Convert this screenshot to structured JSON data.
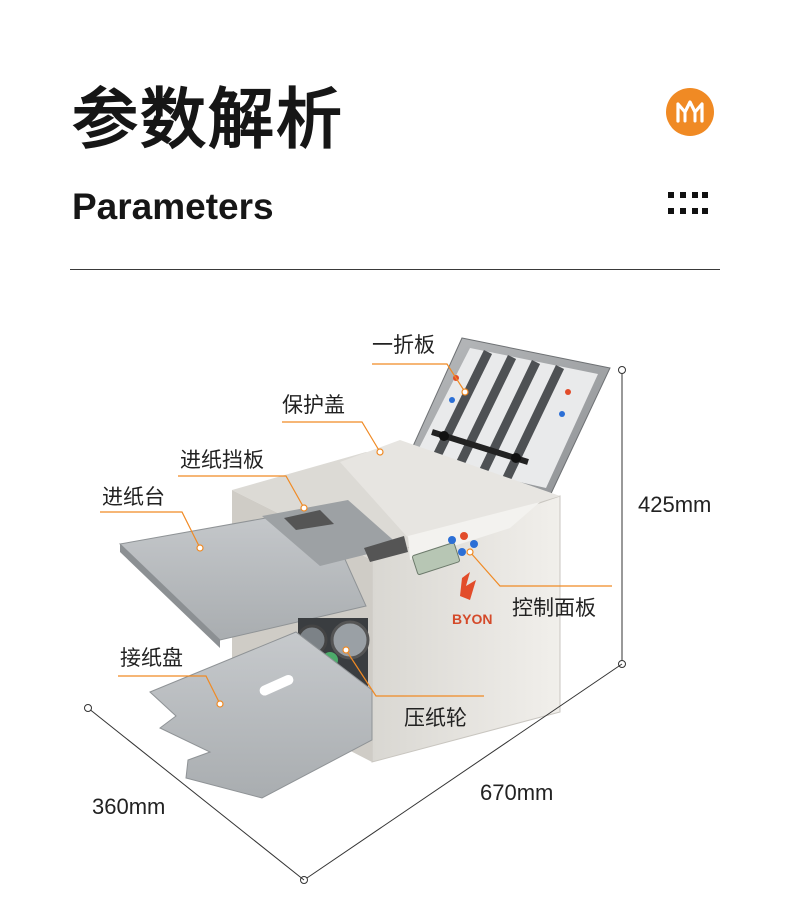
{
  "header": {
    "title_cn": "参数解析",
    "title_en": "Parameters"
  },
  "icons": {
    "badge": "orange-circle-logo-icon",
    "menu": "dot-grid-icon"
  },
  "colors": {
    "accent": "#F08A24",
    "leader_line": "#F08A24",
    "machine_body": "#E9E7E3",
    "tray": "#B8BCBF"
  },
  "parts": {
    "fold_plate": "一折板",
    "cover": "保护盖",
    "feed_guide": "进纸挡板",
    "feed_table": "进纸台",
    "control_panel": "控制面板",
    "receiving_tray": "接纸盘",
    "pressure_wheel": "压纸轮"
  },
  "dimensions": {
    "height": "425mm",
    "width": "670mm",
    "depth": "360mm"
  },
  "brand": "BYON"
}
